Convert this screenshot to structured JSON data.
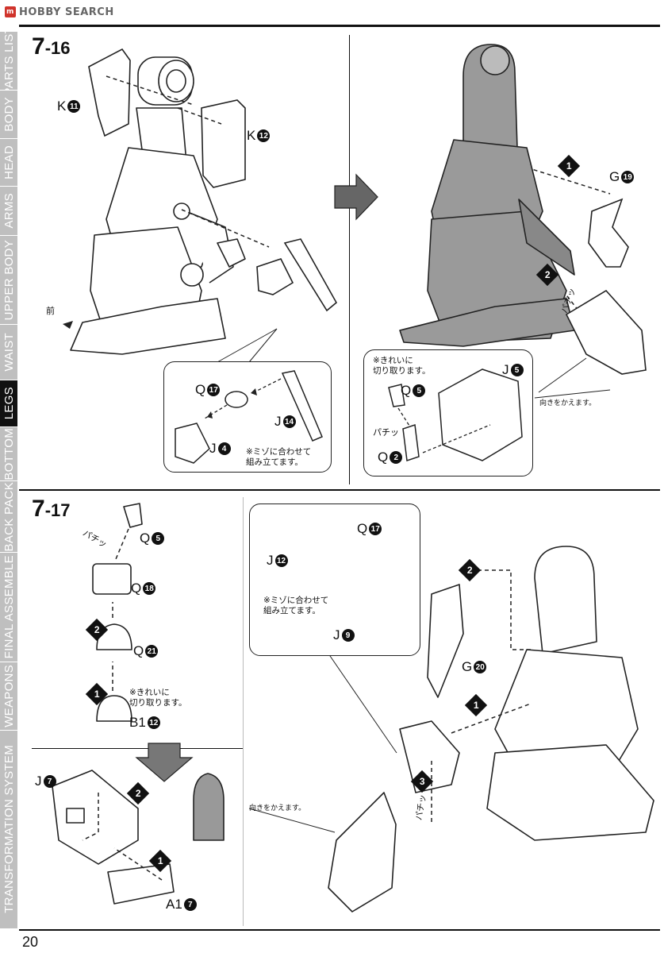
{
  "header": {
    "brand": "HOBBY SEARCH",
    "logo_letter": "m"
  },
  "sidebar": {
    "tabs": [
      {
        "label": "PARTS LIST",
        "h": 74,
        "active": false
      },
      {
        "label": "BODY",
        "h": 60,
        "active": false
      },
      {
        "label": "HEAD",
        "h": 60,
        "active": false
      },
      {
        "label": "ARMS",
        "h": 62,
        "active": false
      },
      {
        "label": "UPPER BODY",
        "h": 112,
        "active": false
      },
      {
        "label": "WAIST",
        "h": 70,
        "active": false
      },
      {
        "label": "LEGS",
        "h": 58,
        "active": true
      },
      {
        "label": "BOTTOM",
        "h": 68,
        "active": false
      },
      {
        "label": "BACK PACK",
        "h": 90,
        "active": false
      },
      {
        "label": "FINAL ASSEMBLE",
        "h": 138,
        "active": false
      },
      {
        "label": "WEAPONS",
        "h": 86,
        "active": false
      },
      {
        "label": "TRANSFORMATION SYSTEM",
        "h": 252,
        "active": false
      }
    ]
  },
  "step1": {
    "major": "7",
    "minor": "-16",
    "labels": {
      "k11": {
        "letter": "K",
        "num": "11"
      },
      "k12": {
        "letter": "K",
        "num": "12"
      },
      "g19": {
        "letter": "G",
        "num": "19"
      },
      "q17": {
        "letter": "Q",
        "num": "17"
      },
      "j14": {
        "letter": "J",
        "num": "14"
      },
      "j4": {
        "letter": "J",
        "num": "4"
      },
      "j5": {
        "letter": "J",
        "num": "5"
      },
      "q5": {
        "letter": "Q",
        "num": "5"
      },
      "q2": {
        "letter": "Q",
        "num": "2"
      }
    },
    "front_label": "前",
    "notes": {
      "groove": "※ミゾに合わせて\n組み立てます。",
      "clean_cut": "※きれいに\n切り取ります。",
      "rotate": "向きをかえます。"
    },
    "snap": "パチッ",
    "order": {
      "n1": "1",
      "n2": "2"
    }
  },
  "step2": {
    "major": "7",
    "minor": "-17",
    "labels": {
      "q5": {
        "letter": "Q",
        "num": "5"
      },
      "q18": {
        "letter": "Q",
        "num": "18"
      },
      "q21": {
        "letter": "Q",
        "num": "21"
      },
      "b112": {
        "letter": "B1",
        "num": "12"
      },
      "j7": {
        "letter": "J",
        "num": "7"
      },
      "a17": {
        "letter": "A1",
        "num": "7"
      },
      "q17": {
        "letter": "Q",
        "num": "17"
      },
      "j12": {
        "letter": "J",
        "num": "12"
      },
      "j9": {
        "letter": "J",
        "num": "9"
      },
      "g20": {
        "letter": "G",
        "num": "20"
      }
    },
    "notes": {
      "clean_cut": "※きれいに\n切り取ります。",
      "groove": "※ミゾに合わせて\n組み立てます。",
      "rotate": "向きをかえます。"
    },
    "snap": "パチッ",
    "order": {
      "n1": "1",
      "n2": "2",
      "n3": "3"
    }
  },
  "footer": {
    "page_number": "20"
  }
}
